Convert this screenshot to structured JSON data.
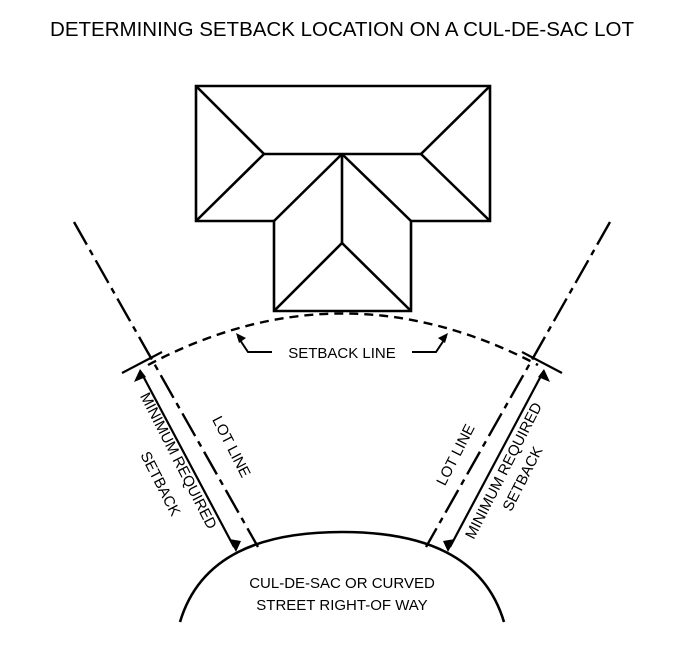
{
  "title": "DETERMINING SETBACK LOCATION ON A CUL-DE-SAC LOT",
  "labels": {
    "setback_line": "SETBACK LINE",
    "lot_line_left": "LOT LINE",
    "lot_line_right": "LOT LINE",
    "min_setback_left_1": "MINIMUM REQUIRED",
    "min_setback_left_2": "SETBACK",
    "min_setback_right_1": "MINIMUM REQUIRED",
    "min_setback_right_2": "SETBACK",
    "street_1": "CUL-DE-SAC OR CURVED",
    "street_2": "STREET RIGHT-OF WAY"
  },
  "colors": {
    "ink": "#000000",
    "paper": "#ffffff"
  }
}
